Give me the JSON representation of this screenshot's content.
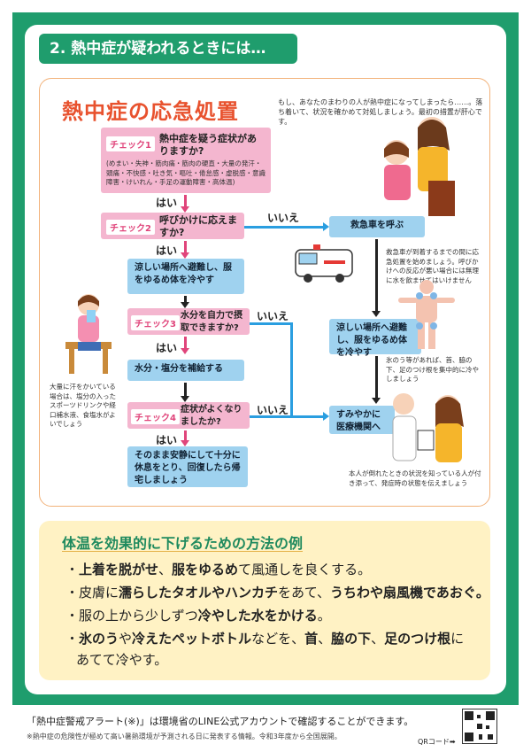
{
  "header": {
    "title": "2. 熱中症が疑われるときには…"
  },
  "first_aid": {
    "title": "熱中症の応急処置",
    "intro": "もし、あなたのまわりの人が熱中症になってしまったら……。落ち着いて、状況を確かめて対処しましょう。最初の措置が肝心です。"
  },
  "checks": [
    {
      "label": "チェック1",
      "question": "熱中症を疑う症状がありますか?",
      "detail": "(めまい・失神・筋肉痛・筋肉の硬直・大量の発汗・頭痛・不快感・吐き気・嘔吐・倦怠感・虚脱感・意識障害・けいれん・手足の運動障害・高体温)"
    },
    {
      "label": "チェック2",
      "question": "呼びかけに応えますか?"
    },
    {
      "label": "チェック3",
      "question": "水分を自力で摂取できますか?"
    },
    {
      "label": "チェック4",
      "question": "症状がよくなりましたか?"
    }
  ],
  "answers": {
    "yes": "はい",
    "no": "いいえ"
  },
  "actions": {
    "cool1": "涼しい場所へ避難し、服をゆるめ体を冷やす",
    "hydrate": "水分・塩分を補給する",
    "rest": "そのまま安静にして十分に休息をとり、回復したら帰宅しましょう",
    "ambulance": "救急車を呼ぶ",
    "cool2": "涼しい場所へ避難し、服をゆるめ体を冷やす",
    "hospital": "すみやかに医療機関へ"
  },
  "notes": {
    "ambulance_note": "救急車が到着するまでの間に応急処置を始めましょう。呼びかけへの反応が悪い場合には無理に水を飲ませてはいけません",
    "ice_note": "氷のう等があれば、首、脇の下、足のつけ根を集中的に冷やしましょう",
    "sweat_note": "大量に汗をかいている場合は、塩分の入ったスポーツドリンクや経口補水液、食塩水がよいでしょう",
    "hospital_note": "本人が倒れたときの状況を知っている人が付き添って、発症時の状態を伝えましょう"
  },
  "cooling": {
    "title": "体温を効果的に下げるための方法の例",
    "items": [
      [
        "・",
        "上着を脱がせ",
        "、",
        "服をゆるめ",
        "て風通しを良くする。"
      ],
      [
        "・皮膚に",
        "濡らしたタオルやハンカチ",
        "をあて、",
        "うちわや扇風機であおぐ。",
        ""
      ],
      [
        "・服の上から少しずつ",
        "冷やした水をかける",
        "。",
        "",
        ""
      ],
      [
        "・",
        "氷のう",
        "や",
        "冷えたペットボトル",
        "などを、"
      ],
      [
        "首",
        "、",
        "脇の下",
        "、",
        "足のつけ根"
      ]
    ],
    "item4_end": "に",
    "item4_line2": "あてて冷やす。"
  },
  "footer": {
    "line1": "「熱中症警戒アラート(※)」は環境省のLINE公式アカウントで確認することができます。",
    "line2": "※熱中症の危険性が極めて高い暑熱環境が予測される日に発表する情報。令和3年度から全国展開。",
    "qr_label": "QRコード➡"
  },
  "colors": {
    "green": "#1f9d6d",
    "pink": "#f4b6cf",
    "blue": "#9fd2ef",
    "accent": "#e8522e"
  }
}
